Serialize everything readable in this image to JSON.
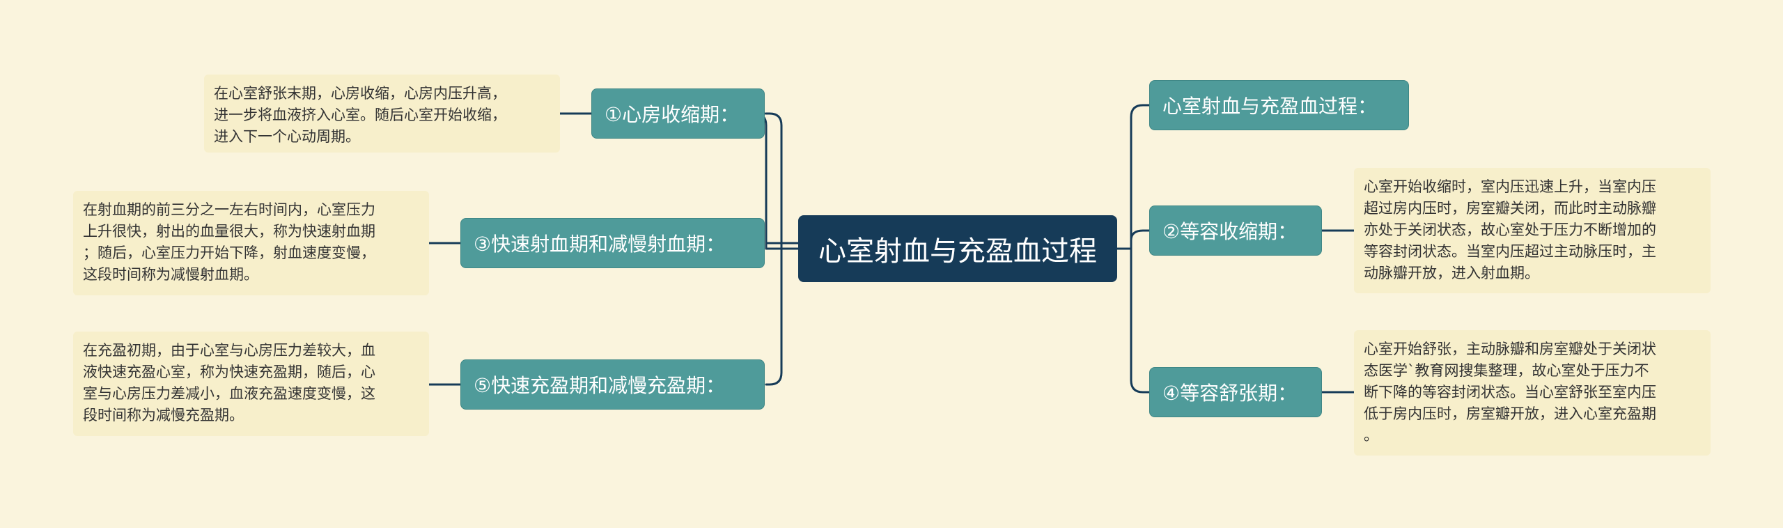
{
  "colors": {
    "line": "#163b58",
    "root": "#163b58",
    "branch": "#4f9b9a",
    "note": "#f7efcb",
    "background": "#faf4dd"
  },
  "root": {
    "label": "心室射血与充盈血过程"
  },
  "branches": {
    "b1": {
      "label": "①心房收缩期：",
      "note": "在心室舒张末期，心房收缩，心房内压升高，\n进一步将血液挤入心室。随后心室开始收缩，\n进入下一个心动周期。"
    },
    "b3": {
      "label": "③快速射血期和减慢射血期：",
      "note": "在射血期的前三分之一左右时间内，心室压力\n上升很快，射出的血量很大，称为快速射血期\n；随后，心室压力开始下降，射血速度变慢，\n这段时间称为减慢射血期。"
    },
    "b5": {
      "label": "⑤快速充盈期和减慢充盈期：",
      "note": "在充盈初期，由于心室与心房压力差较大，血\n液快速充盈心室，称为快速充盈期，随后，心\n室与心房压力差减小，血液充盈速度变慢，这\n段时间称为减慢充盈期。"
    },
    "r0": {
      "label": "心室射血与充盈血过程："
    },
    "b2": {
      "label": "②等容收缩期：",
      "note": "心室开始收缩时，室内压迅速上升，当室内压\n超过房内压时，房室瓣关闭，而此时主动脉瓣\n亦处于关闭状态，故心室处于压力不断增加的\n等容封闭状态。当室内压超过主动脉压时，主\n动脉瓣开放，进入射血期。"
    },
    "b4": {
      "label": "④等容舒张期：",
      "note": "心室开始舒张，主动脉瓣和房室瓣处于关闭状\n态医学`教育网搜集整理，故心室处于压力不\n断下降的等容封闭状态。当心室舒张至室内压\n低于房内压时，房室瓣开放，进入心室充盈期\n。"
    }
  }
}
